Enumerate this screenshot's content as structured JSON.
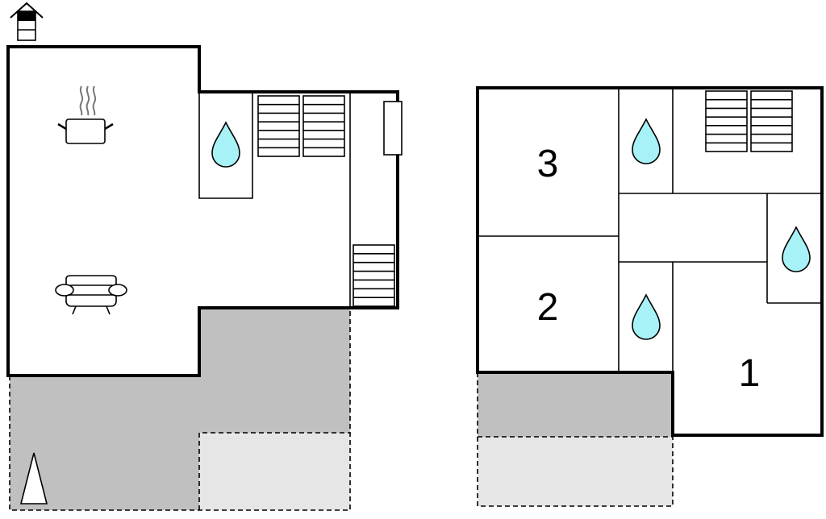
{
  "floors": [
    {
      "rooms": []
    },
    {
      "rooms": [
        {
          "number": "3"
        },
        {
          "number": "2"
        },
        {
          "number": "1"
        }
      ]
    }
  ],
  "colors": {
    "wall": "#000000",
    "terrace": "#c0c0c0",
    "parking": "#e6e6e6",
    "water": "#a6f2f7",
    "icon_stroke": "#000000",
    "steam": "#777777"
  },
  "icons": [
    "chimney-icon",
    "cooking-pot-icon",
    "sofa-icon",
    "water-drop-icon",
    "staircase-icon",
    "north-arrow-icon",
    "radiator-icon"
  ]
}
